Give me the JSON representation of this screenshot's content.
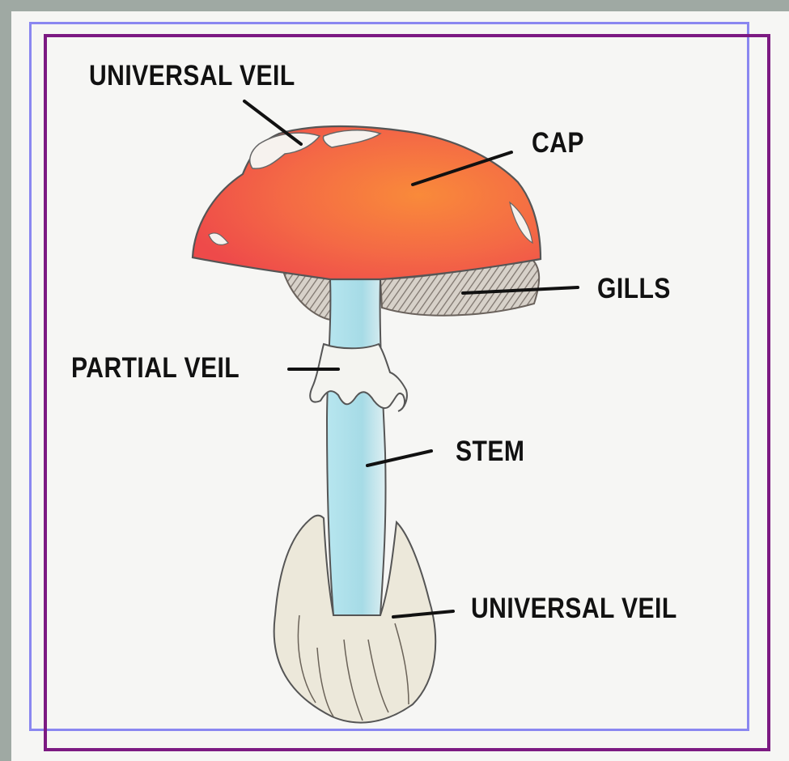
{
  "labels": {
    "universal_veil_top": "UNIVERSAL VEIL",
    "cap": "CAP",
    "gills": "GILLS",
    "partial_veil": "PARTIAL VEIL",
    "stem": "STEM",
    "universal_veil_bottom": "UNIVERSAL VEIL"
  },
  "colors": {
    "background": "#9fa9a3",
    "panel": "#f6f6f4",
    "frame_blue": "#8a87f0",
    "frame_purple": "#7c1a82",
    "cap_red": "#f2504a",
    "cap_orange": "#f98a3a",
    "stem_blue": "#aee0ea",
    "gills_gray": "#9a918a",
    "volva_beige": "#ece8da"
  }
}
